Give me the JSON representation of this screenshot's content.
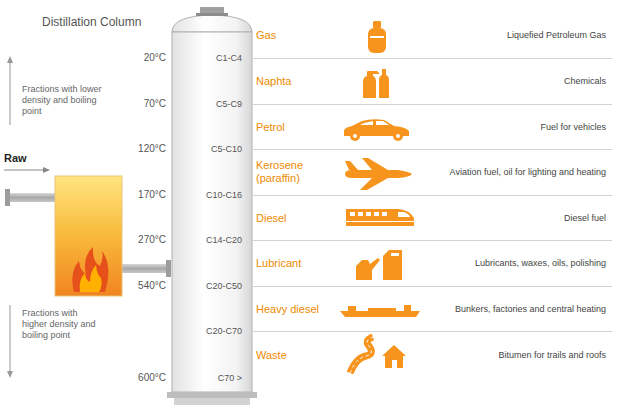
{
  "diagram": {
    "title": "Distillation Column",
    "nodes": [
      {
        "text": [
          "Gas",
          "Liquefied Petroleum Gas"
        ]
      },
      {
        "text": [
          "Naphta",
          "Chemicals"
        ]
      },
      {
        "text": [
          "Petrol",
          "Fuel for vehicles"
        ]
      },
      {
        "text": [
          "Kerosene (paraffin)",
          "Aviation fuel, oil for lighting and heating"
        ]
      },
      {
        "text": [
          "Diesel",
          "Diesel fuel"
        ]
      },
      {
        "text": [
          "Lubricant",
          "Lubricants, waxes, oils, polishing"
        ]
      },
      {
        "text": [
          "Heavy diesel",
          "Bunkers, factories and central heating"
        ]
      },
      {
        "text": [
          "Waste",
          "Bitumen for trails and roofs"
        ]
      }
    ],
    "labels": [
      "Fractions with lower density and boiling point",
      "Raw",
      "Fractions with higher density and boiling point",
      "20°C",
      "70°C",
      "120°C",
      "170°C",
      "270°C",
      "540°C",
      "600°C",
      "C1-C4",
      "C5-C9",
      "C5-C10",
      "C10-C16",
      "C14-C20",
      "C20-C50",
      "C20-C70",
      "C70 >"
    ]
  }
}
